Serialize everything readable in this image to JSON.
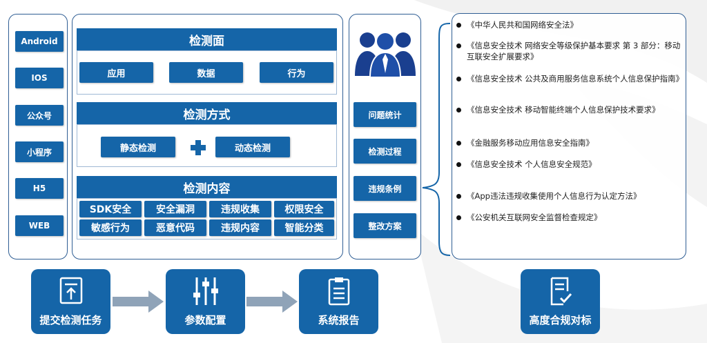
{
  "platforms": [
    "Android",
    "IOS",
    "公众号",
    "小程序",
    "H5",
    "WEB"
  ],
  "detection_surface": {
    "title": "检测面",
    "items": [
      "应用",
      "数据",
      "行为"
    ]
  },
  "detection_method": {
    "title": "检测方式",
    "items": [
      "静态检测",
      "动态检测"
    ]
  },
  "detection_content": {
    "title": "检测内容",
    "cells": [
      "SDK安全",
      "安全漏洞",
      "违规收集",
      "权限安全",
      "敏感行为",
      "恶意代码",
      "违规内容",
      "智能分类"
    ]
  },
  "middle": {
    "icon": "team-people-icon",
    "items": [
      "问题统计",
      "检测过程",
      "违规条例",
      "整改方案"
    ]
  },
  "regulations": [
    "《中华人民共和国网络安全法》",
    "《信息安全技术 网络安全等级保护基本要求 第 3 部分：移动互联安全扩展要求》",
    "《信息安全技术 公共及商用服务信息系统个人信息保护指南》",
    "《信息安全技术 移动智能终端个人信息保护技术要求》",
    "《金融服务移动应用信息安全指南》",
    "《信息安全技术 个人信息安全规范》",
    "《App违法违规收集使用个人信息行为认定方法》",
    "《公安机关互联网安全监督检查规定》"
  ],
  "steps": [
    {
      "label": "提交检测任务",
      "icon": "submit-document-icon"
    },
    {
      "label": "参数配置",
      "icon": "sliders-icon"
    },
    {
      "label": "系统报告",
      "icon": "clipboard-report-icon"
    },
    {
      "label": "高度合规对标",
      "icon": "compliance-check-icon"
    }
  ],
  "colors": {
    "primary": "#1565a8",
    "border": "#2e5d93",
    "arrow": "#8fa3b8"
  }
}
